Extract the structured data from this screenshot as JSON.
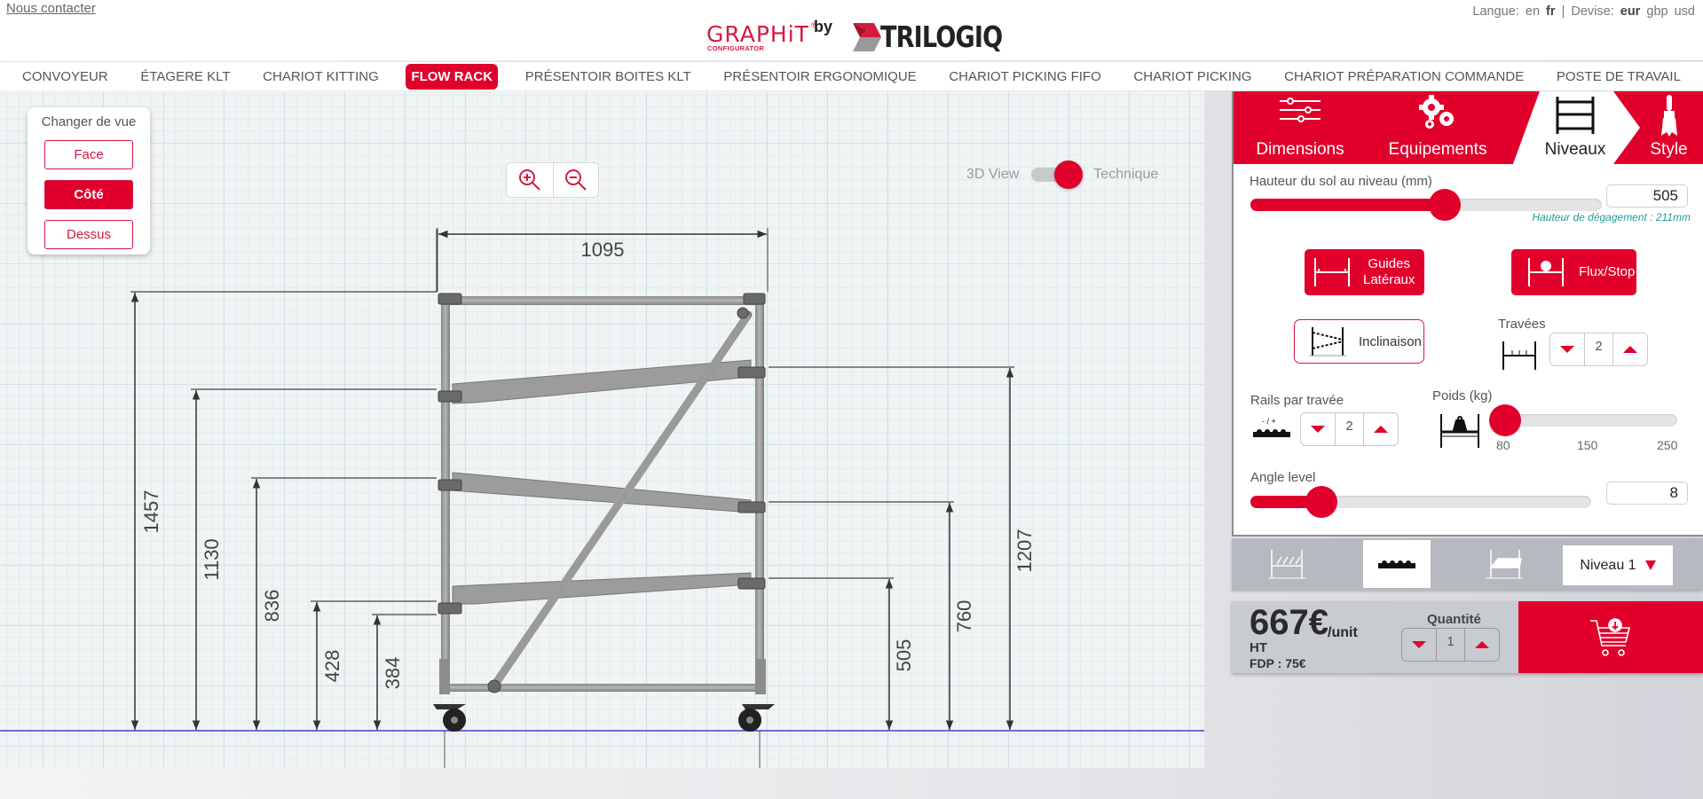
{
  "header": {
    "contact_link": "Nous contacter",
    "logo": {
      "graphit": "GRAPHiT",
      "registered": "®",
      "configurator": "CONFIGURATOR",
      "by": "by",
      "brand": "TRILOGIQ"
    },
    "language": {
      "label": "Langue:",
      "options": [
        "en",
        "fr"
      ],
      "selected": "fr",
      "separator": "|"
    },
    "currency": {
      "label": "Devise:",
      "options": [
        "eur",
        "gbp",
        "usd"
      ],
      "selected": "eur"
    }
  },
  "nav": {
    "items": [
      {
        "label": "CONVOYEUR",
        "active": false
      },
      {
        "label": "ÉTAGERE KLT",
        "active": false
      },
      {
        "label": "CHARIOT KITTING",
        "active": false
      },
      {
        "label": "FLOW RACK",
        "active": true
      },
      {
        "label": "PRÉSENTOIR BOITES KLT",
        "active": false
      },
      {
        "label": "PRÉSENTOIR ERGONOMIQUE",
        "active": false
      },
      {
        "label": "CHARIOT PICKING FIFO",
        "active": false
      },
      {
        "label": "CHARIOT PICKING",
        "active": false
      },
      {
        "label": "CHARIOT PRÉPARATION COMMANDE",
        "active": false
      },
      {
        "label": "POSTE DE TRAVAIL",
        "active": false
      }
    ]
  },
  "view_selector": {
    "title": "Changer de vue",
    "options": [
      {
        "label": "Face",
        "active": false
      },
      {
        "label": "Côté",
        "active": true
      },
      {
        "label": "Dessus",
        "active": false
      }
    ]
  },
  "zoom_controls": {
    "zoom_in": "zoom-in-icon",
    "zoom_out": "zoom-out-icon"
  },
  "render_toggle": {
    "left_label": "3D View",
    "right_label": "Technique",
    "state": "Technique"
  },
  "drawing": {
    "width_dimension": "1095",
    "left_dimensions": [
      "1457",
      "1130",
      "836",
      "428",
      "384"
    ],
    "right_dimensions": [
      "1207",
      "760",
      "505"
    ]
  },
  "panel": {
    "tabs": [
      {
        "label": "Dimensions",
        "icon": "sliders-icon",
        "active": false
      },
      {
        "label": "Equipements",
        "icon": "gears-icon",
        "active": false
      },
      {
        "label": "Niveaux",
        "icon": "shelf-levels-icon",
        "active": true
      },
      {
        "label": "Style",
        "icon": "paintbrush-icon",
        "active": false
      }
    ],
    "height": {
      "label": "Hauteur du sol au niveau (mm)",
      "value": "505",
      "slider_percent": 55,
      "clearance_hint": "Hauteur de dégagement : 211mm"
    },
    "buttons": {
      "guides": "Guides Latéraux",
      "guides_line1": "Guides",
      "guides_line2": "Latéraux",
      "flux_stop": "Flux/Stop",
      "inclinaison": "Inclinaison"
    },
    "travees": {
      "label": "Travées",
      "value": "2"
    },
    "rails": {
      "label": "Rails par travée",
      "value": "2",
      "icon_caption": "- / +"
    },
    "poids": {
      "label": "Poids (kg)",
      "ticks": [
        "80",
        "150",
        "250"
      ],
      "value": "80"
    },
    "angle": {
      "label": "Angle level",
      "value": "8",
      "slider_percent": 20
    }
  },
  "level_bar": {
    "items": [
      {
        "icon": "lateral-guides-icon",
        "active": false
      },
      {
        "icon": "rails-icon",
        "active": true
      },
      {
        "icon": "shelf-incline-icon",
        "active": false
      }
    ],
    "select": {
      "label": "Niveau 1"
    }
  },
  "pricing": {
    "price": "667€",
    "per_unit": "/unit",
    "tax_note": "HT",
    "shipping": "FDP : 75€",
    "quantity_label": "Quantité",
    "quantity": "1"
  },
  "colors": {
    "accent": "#e1002c",
    "panel_border": "#8e8e8e",
    "grid": "#cfe3e4",
    "floor_line": "#6b6bdb",
    "hint": "#1f9b9b"
  }
}
